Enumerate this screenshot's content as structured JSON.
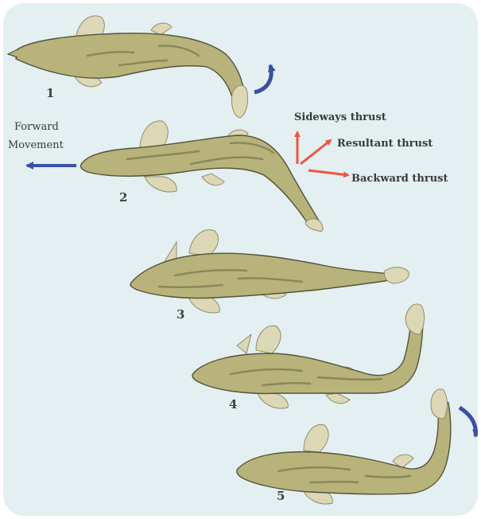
{
  "figure": {
    "background_color": "#e3eff1",
    "fish_color": "#b7b37a",
    "blue_arrow_color": "#3b4fa4",
    "red_arrow_color": "#ee5540"
  },
  "positions": [
    {
      "label": "1"
    },
    {
      "label": "2"
    },
    {
      "label": "3"
    },
    {
      "label": "4"
    },
    {
      "label": "5"
    }
  ],
  "labels": {
    "forward_line1": "Forward",
    "forward_line2": "Movement",
    "sideways": "Sideways thrust",
    "resultant": "Resultant thrust",
    "backward": "Backward thrust"
  }
}
